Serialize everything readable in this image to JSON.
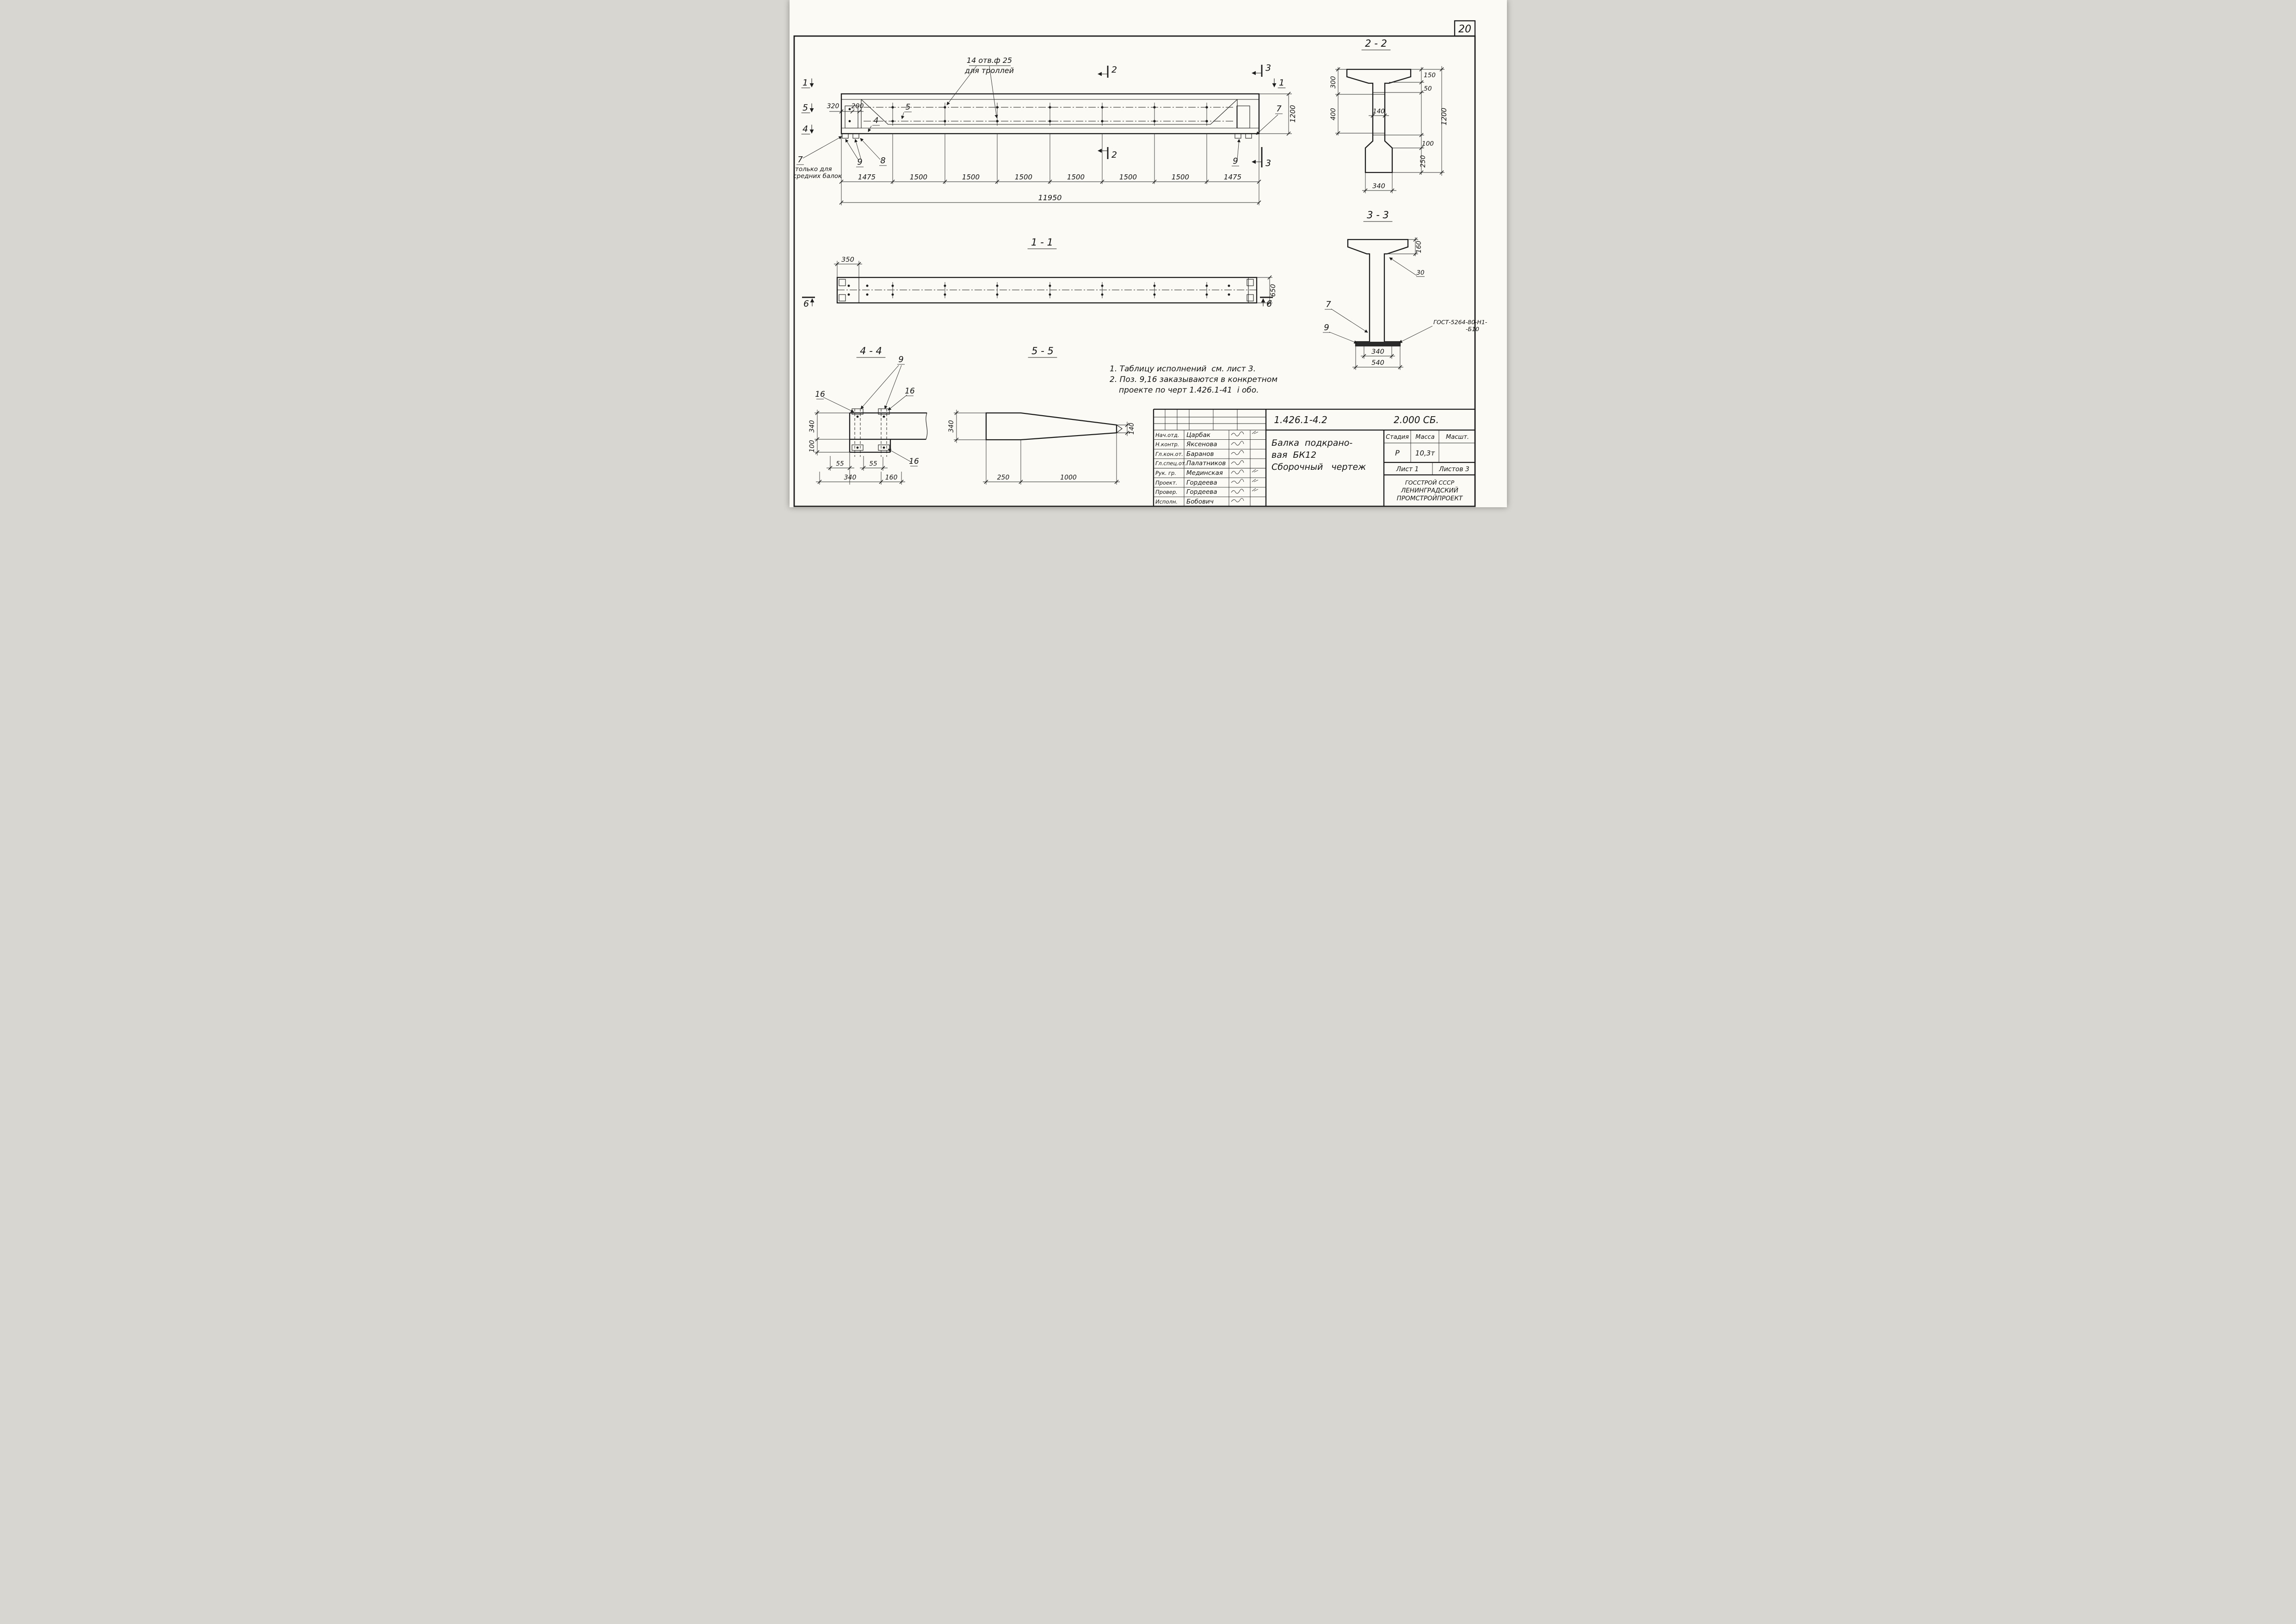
{
  "sheet": {
    "number": "20"
  },
  "elev": {
    "note1": "14 отв.ф 25",
    "note2": "для троллей",
    "mark1": "1",
    "mark5": "5",
    "mark4": "4",
    "mark1r": "1",
    "cut2": "2",
    "cut3": "3",
    "c5": "5",
    "c4": "4",
    "d320": "320",
    "d200": "200",
    "d1200": "1200",
    "c7l": "7",
    "c7r": "7",
    "c8": "8",
    "c9l": "9",
    "c9r": "9",
    "only1": "только для",
    "only2": "средних балок",
    "dims": [
      "1475",
      "1500",
      "1500",
      "1500",
      "1500",
      "1500",
      "1500",
      "1475"
    ],
    "total": "11950"
  },
  "s22": {
    "title": "2 - 2",
    "d300": "300",
    "d400": "400",
    "d150": "150",
    "d50": "50",
    "d140": "140",
    "d100": "100",
    "d250": "250",
    "d1200": "1200",
    "d340": "340"
  },
  "s33": {
    "title": "3 - 3",
    "d160": "160",
    "d30": "30",
    "c7": "7",
    "c9": "9",
    "gost1": "ГОСТ-5264-80-Н1-",
    "gost2": "-Б10",
    "d340": "340",
    "d540": "540"
  },
  "s11": {
    "title": "1 - 1",
    "d350": "350",
    "d650": "650",
    "c6l": "6",
    "c6r": "6"
  },
  "s44": {
    "title": "4 - 4",
    "c9": "9",
    "c16a": "16",
    "c16b": "16",
    "c16c": "16",
    "d340v": "340",
    "d100": "100",
    "d55a": "55",
    "d55b": "55",
    "d340h": "340",
    "d160": "160"
  },
  "s55": {
    "title": "5 - 5",
    "d340": "340",
    "d140": "140",
    "d250": "250",
    "d1000": "1000"
  },
  "notes": {
    "l1": "1. Таблицу исполнений  см. лист 3.",
    "l2": "2. Поз. 9,16 заказываются в конкретном",
    "l3": "проекте по черт 1.426.1-41  i обо."
  },
  "tb": {
    "doc": "1.426.1-4.2",
    "code": "2.000 СБ.",
    "rows": [
      {
        "role": "Нач.отд.",
        "name": "Царбак"
      },
      {
        "role": "Н.контр.",
        "name": "Яксенова"
      },
      {
        "role": "Гл.кон.от.",
        "name": "Баранов"
      },
      {
        "role": "Гл.спец.от.",
        "name": "Палатников"
      },
      {
        "role": "Рук. гр.",
        "name": "Мединская"
      },
      {
        "role": "Проект.",
        "name": "Гордеева"
      },
      {
        "role": "Провер.",
        "name": "Гордеева"
      },
      {
        "role": "Исполн.",
        "name": "Бобович"
      }
    ],
    "subj1": "Балка  подкрано-",
    "subj2": "вая  БК12",
    "subj3": "Сборочный   чертеж",
    "h_stage": "Стадия",
    "h_mass": "Масса",
    "h_scale": "Масшт.",
    "v_stage": "Р",
    "v_mass": "10,3т",
    "sheet": "Лист 1",
    "sheets": "Листов 3",
    "org1": "ГОССТРОЙ СССР",
    "org2": "ЛЕНИНГРАДСКИЙ",
    "org3": "ПРОМСТРОЙПРОЕКТ"
  }
}
